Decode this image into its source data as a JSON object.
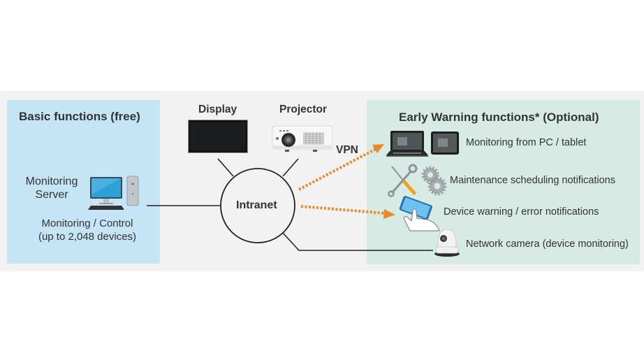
{
  "basic": {
    "title": "Basic functions (free)",
    "server_label_line1": "Monitoring",
    "server_label_line2": "Server",
    "caption_line1": "Monitoring / Control",
    "caption_line2": "(up to 2,048 devices)"
  },
  "network": {
    "display_label": "Display",
    "projector_label": "Projector",
    "hub_label": "Intranet",
    "vpn_label": "VPN"
  },
  "early_warning": {
    "title": "Early Warning functions* (Optional)",
    "items": [
      {
        "label": "Monitoring from PC / tablet",
        "icon": "laptop-tablet-icon"
      },
      {
        "label": "Maintenance scheduling notifications",
        "icon": "tools-gears-icon"
      },
      {
        "label": "Device warning / error notifications",
        "icon": "smartphone-touch-icon"
      },
      {
        "label": "Network camera (device monitoring)",
        "icon": "network-camera-icon"
      }
    ]
  },
  "colors": {
    "basic_panel": "#c5e4f5",
    "early_panel": "#d6ebe3",
    "band": "#f2f2f2",
    "vpn_arrow": "#e8892c",
    "line": "#222222"
  }
}
